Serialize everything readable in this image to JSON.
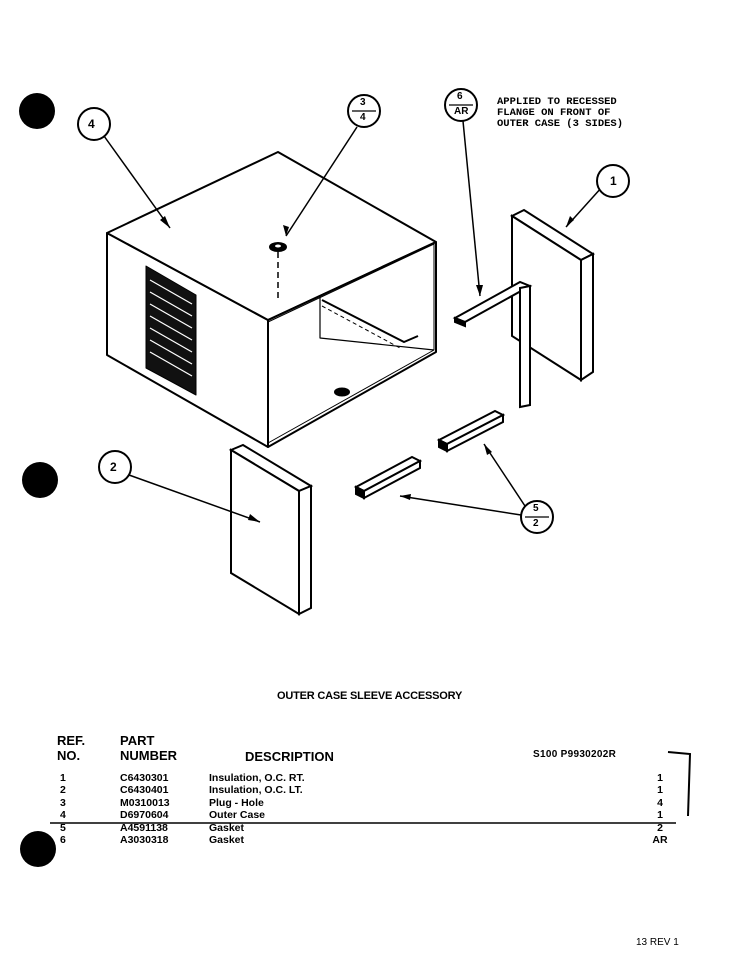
{
  "callouts": {
    "c1": "1",
    "c2": "2",
    "c3_top": "3",
    "c3_bottom": "4",
    "c4": "4",
    "c5_top": "5",
    "c5_bottom": "2",
    "c6_top": "6",
    "c6_bottom": "AR"
  },
  "note": {
    "line1": "APPLIED TO RECESSED",
    "line2": "FLANGE ON FRONT OF",
    "line3": "OUTER CASE (3 SIDES)"
  },
  "caption": "OUTER CASE SLEEVE ACCESSORY",
  "table": {
    "headers": {
      "ref_line1": "REF.",
      "ref_line2": "NO.",
      "part_line1": "PART",
      "part_line2": "NUMBER",
      "description": "DESCRIPTION"
    },
    "model": "S100 P9930202R",
    "rows": [
      {
        "ref": "1",
        "part": "C6430301",
        "description": "Insulation, O.C. RT.",
        "qty": "1"
      },
      {
        "ref": "2",
        "part": "C6430401",
        "description": "Insulation, O.C. LT.",
        "qty": "1"
      },
      {
        "ref": "3",
        "part": "M0310013",
        "description": "Plug - Hole",
        "qty": "4"
      },
      {
        "ref": "4",
        "part": "D6970604",
        "description": "Outer Case",
        "qty": "1"
      },
      {
        "ref": "5",
        "part": "A4591138",
        "description": "Gasket",
        "qty": "2"
      },
      {
        "ref": "6",
        "part": "A3030318",
        "description": "Gasket",
        "qty": "AR"
      }
    ]
  },
  "footer": {
    "rev": "13 REV 1"
  }
}
